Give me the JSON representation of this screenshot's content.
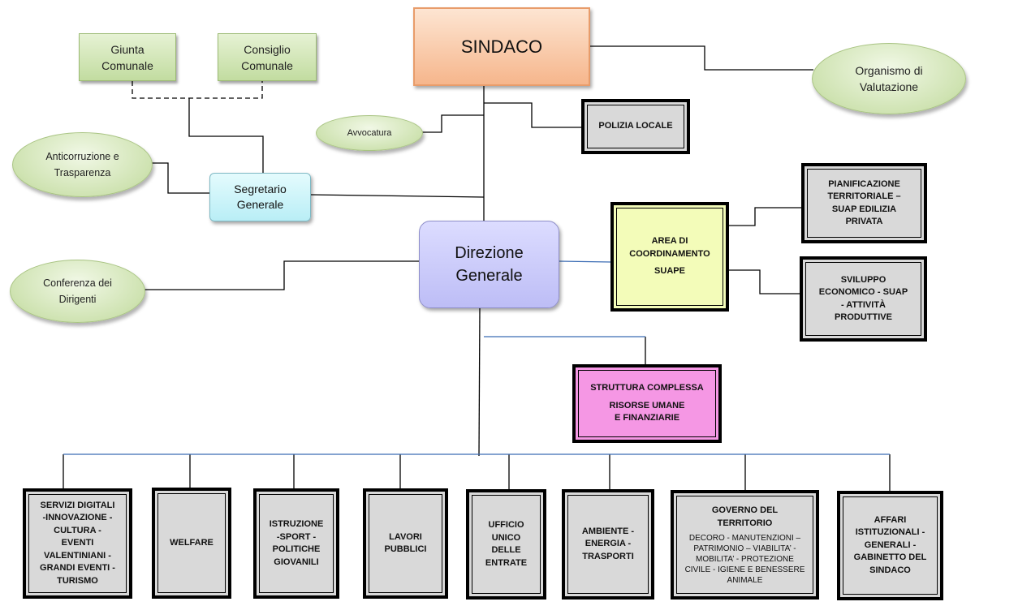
{
  "nodes": {
    "sindaco": "SINDACO",
    "giunta": [
      "Giunta",
      "Comunale"
    ],
    "consiglio": [
      "Consiglio",
      "Comunale"
    ],
    "organismo": [
      "Organismo di",
      "Valutazione"
    ],
    "avvocatura": "Avvocatura",
    "polizia": "POLIZIA LOCALE",
    "anticorruzione": [
      "Anticorruzione e",
      "Trasparenza"
    ],
    "segretario": [
      "Segretario",
      "Generale"
    ],
    "pianificazione": [
      "PIANIFICAZIONE",
      "TERRITORIALE –",
      "SUAP EDILIZIA",
      "PRIVATA"
    ],
    "direzione": [
      "Direzione",
      "Generale"
    ],
    "suape": [
      "AREA DI",
      "COORDINAMENTO",
      "SUAPE"
    ],
    "sviluppo": [
      "SVILUPPO",
      "ECONOMICO - SUAP",
      "- ATTIVITÀ",
      "PRODUTTIVE"
    ],
    "conferenza": [
      "Conferenza dei",
      "Dirigenti"
    ],
    "struttura": [
      "STRUTTURA COMPLESSA",
      "RISORSE UMANE",
      "E FINANZIARIE"
    ]
  },
  "departments": [
    {
      "lines": [
        "SERVIZI DIGITALI",
        "-INNOVAZIONE -",
        "CULTURA -",
        "EVENTI",
        "VALENTINIANI -",
        "GRANDI EVENTI -",
        "TURISMO"
      ]
    },
    {
      "lines": [
        "WELFARE"
      ]
    },
    {
      "lines": [
        "ISTRUZIONE",
        "-SPORT -",
        "POLITICHE",
        "GIOVANILI"
      ]
    },
    {
      "lines": [
        "LAVORI",
        "PUBBLICI"
      ]
    },
    {
      "lines": [
        "UFFICIO",
        "UNICO",
        "DELLE",
        "ENTRATE"
      ]
    },
    {
      "lines": [
        "AMBIENTE -",
        "ENERGIA -",
        "TRASPORTI"
      ]
    },
    {
      "lines": [
        "GOVERNO DEL",
        "TERRITORIO"
      ],
      "sub": [
        "DECORO - MANUTENZIONI –",
        "PATRIMONIO – VIABILITA’ -",
        "MOBILITA’ - PROTEZIONE",
        "CIVILE - IGIENE E BENESSERE",
        "ANIMALE"
      ]
    },
    {
      "lines": [
        "AFFARI",
        "ISTITUZIONALI -",
        "GENERALI -",
        "GABINETTO DEL",
        "SINDACO"
      ]
    }
  ]
}
